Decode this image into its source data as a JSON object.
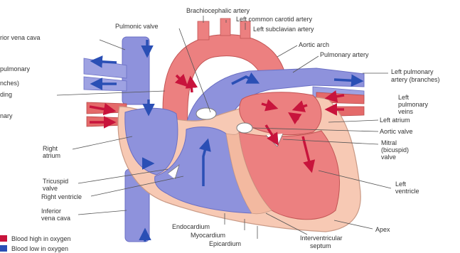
{
  "labels": {
    "brachiocephalic_artery": "Brachiocephalic artery",
    "left_common_carotid_artery": "Left common carotid artery",
    "left_subclavian_artery": "Left subclavian artery",
    "pulmonic_valve": "Pulmonic valve",
    "superior_vena_cava": "rior vena cava",
    "aortic_arch": "Aortic arch",
    "pulmonary_artery": "Pulmonary artery",
    "right_pulmonary_artery_1": "pulmonary",
    "right_pulmonary_artery_2": "nches)",
    "left_pulmonary_artery_1": "Left pulmonary",
    "left_pulmonary_artery_2": "artery (branches)",
    "fragment_ding": "ding",
    "fragment_nary": "nary",
    "left_pulmonary_veins_1": "Left",
    "left_pulmonary_veins_2": "pulmonary",
    "left_pulmonary_veins_3": "veins",
    "left_atrium": "Left atrium",
    "aortic_valve": "Aortic valve",
    "mitral_valve_1": "Mitral",
    "mitral_valve_2": "(bicuspid)",
    "mitral_valve_3": "valve",
    "right_atrium_1": "Right",
    "right_atrium_2": "atrium",
    "tricuspid_valve_1": "Tricuspid",
    "tricuspid_valve_2": "valve",
    "right_ventricle": "Right ventricle",
    "left_ventricle_1": "Left",
    "left_ventricle_2": "ventricle",
    "inferior_vena_cava_1": "Inferior",
    "inferior_vena_cava_2": "vena cava",
    "endocardium": "Endocardium",
    "myocardium": "Myocardium",
    "epicardium": "Epicardium",
    "apex": "Apex",
    "interventricular_septum_1": "Interventricular",
    "interventricular_septum_2": "septum"
  },
  "legend": {
    "high_oxygen": "Blood high in oxygen",
    "low_oxygen": "Blood low in oxygen"
  },
  "colors": {
    "oxygen_rich": "#e05050",
    "oxygen_rich_light": "#f29a9a",
    "oxygen_poor": "#7b7fd6",
    "oxygen_poor_light": "#a9abe6",
    "heart_wall": "#f7c9b4",
    "arrow_red": "#c8143c",
    "arrow_blue": "#2a4fb5"
  }
}
